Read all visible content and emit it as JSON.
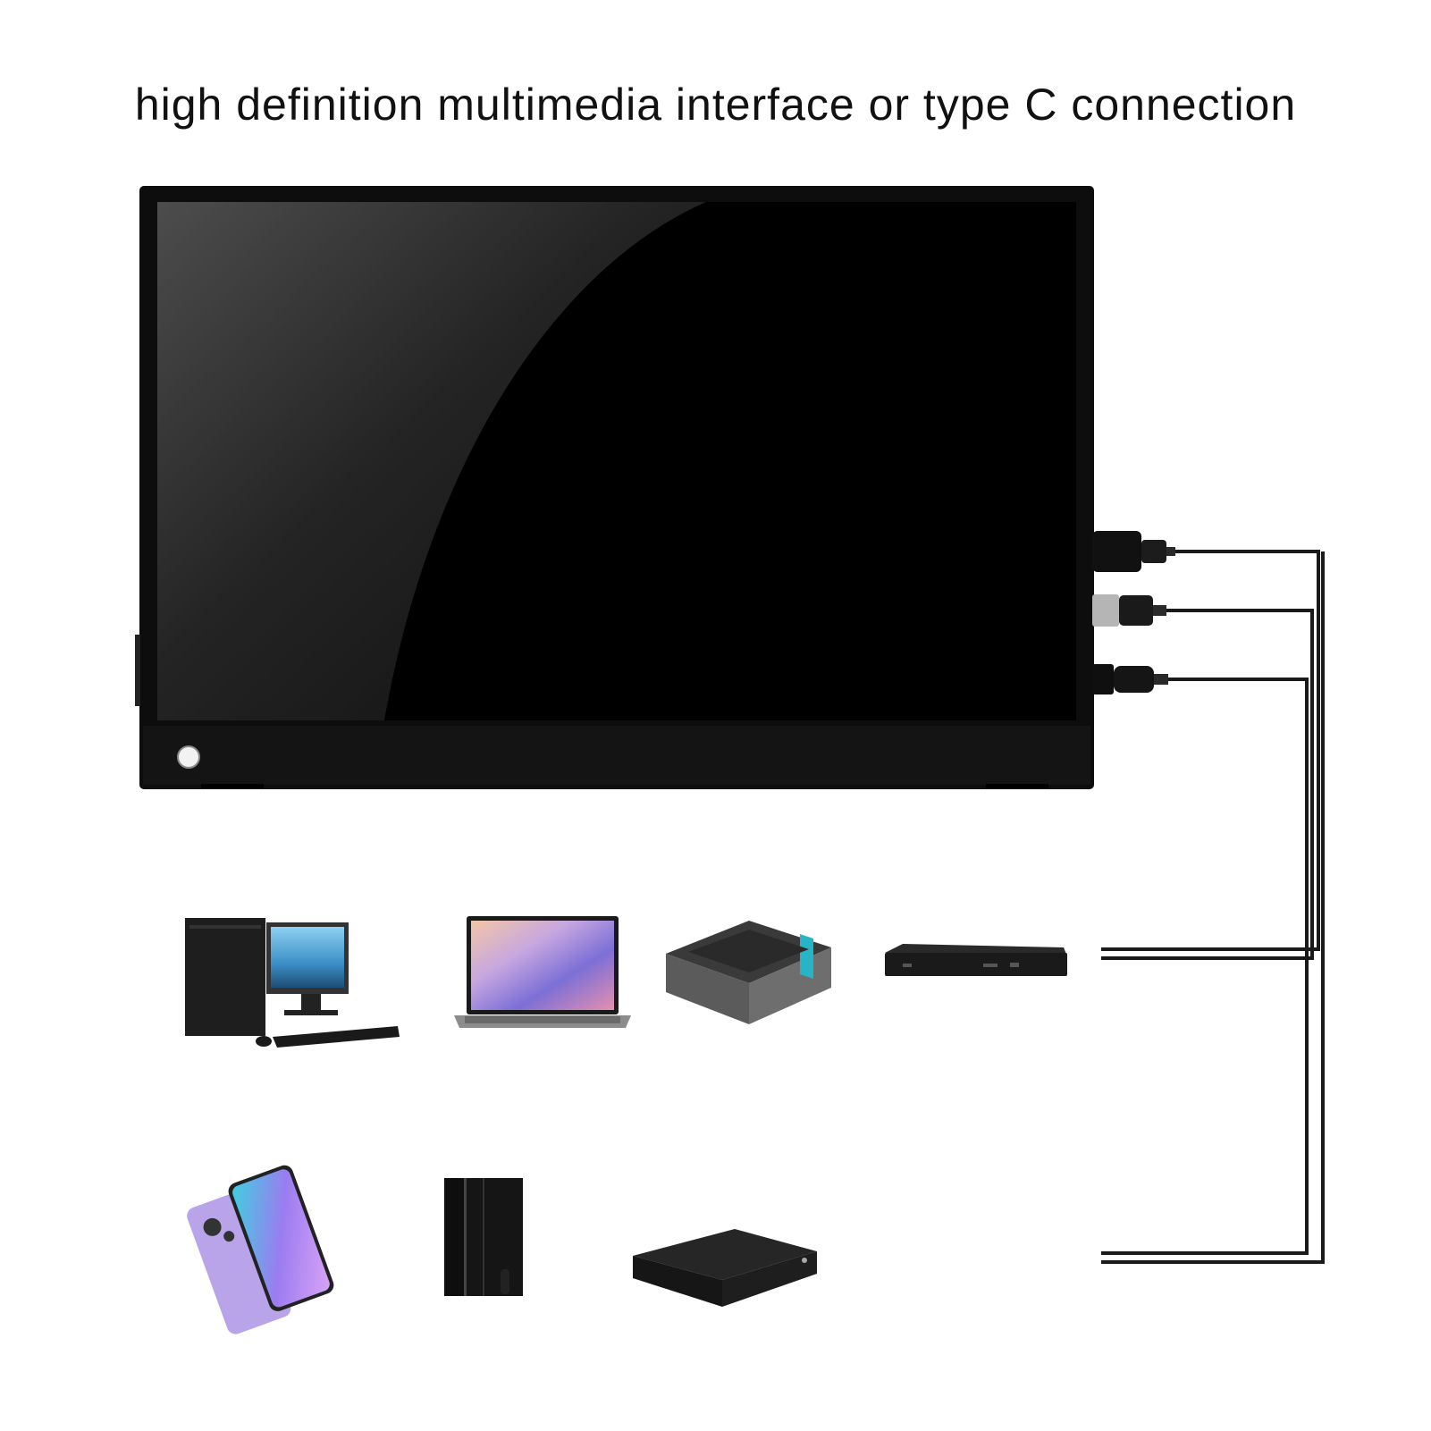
{
  "title": "high definition multimedia interface or type C connection",
  "monitor": {
    "device": "portable-monitor",
    "ports": [
      "hdmi-port",
      "usb-c-port",
      "usb-c-port"
    ]
  },
  "devices": [
    {
      "name": "desktop-pc-icon"
    },
    {
      "name": "laptop-icon"
    },
    {
      "name": "mini-pc-icon"
    },
    {
      "name": "dvd-player-icon"
    },
    {
      "name": "smartphone-icon"
    },
    {
      "name": "game-console-icon"
    },
    {
      "name": "xbox-console-icon"
    }
  ],
  "colors": {
    "background": "#ffffff",
    "screen": "#000000",
    "bezel": "#111111",
    "cable": "#1a1a1a"
  }
}
